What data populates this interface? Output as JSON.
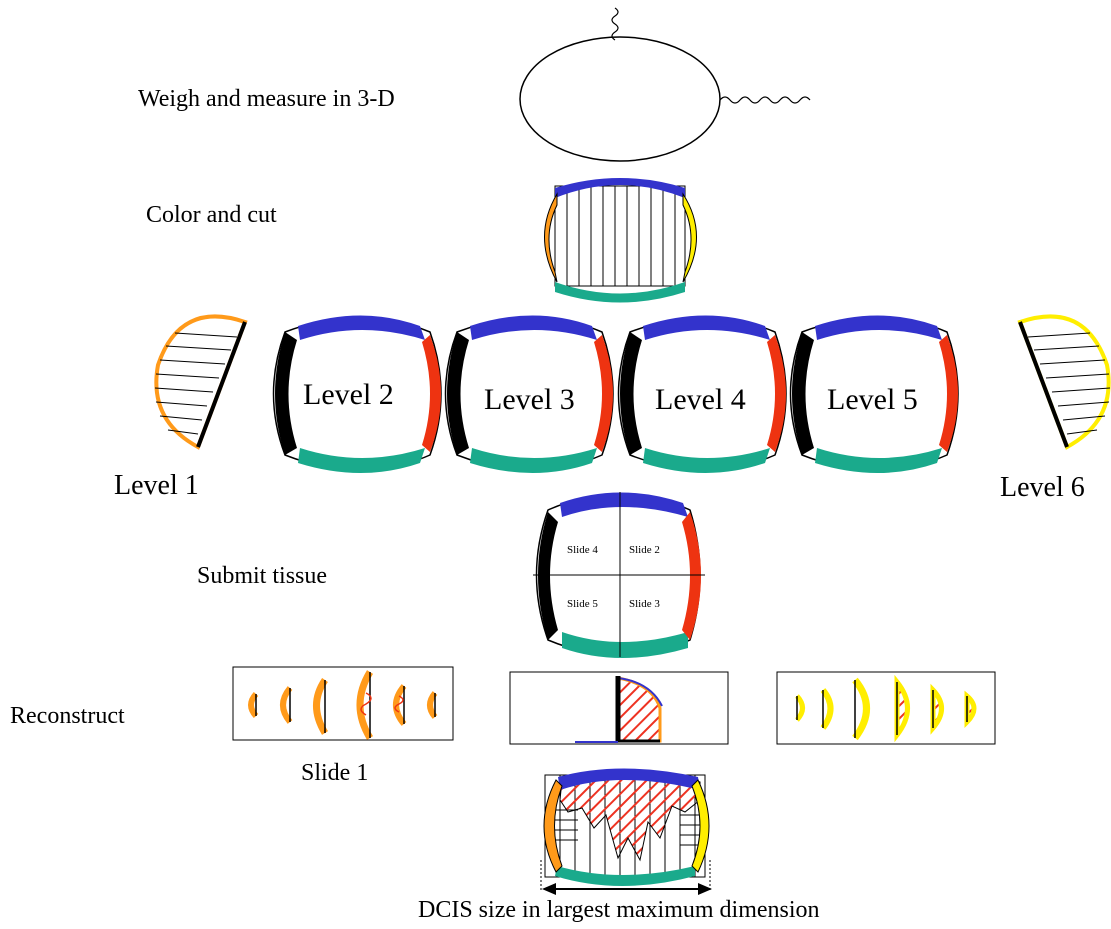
{
  "steps": {
    "weigh": "Weigh and measure in 3-D",
    "color": "Color and cut",
    "submit": "Submit tissue",
    "reconstruct": "Reconstruct"
  },
  "levels": {
    "l1": "Level 1",
    "l2": "Level 2",
    "l3": "Level 3",
    "l4": "Level 4",
    "l5": "Level 5",
    "l6": "Level 6"
  },
  "slides": {
    "s4": "Slide 4",
    "s2": "Slide 2",
    "s5": "Slide 5",
    "s3": "Slide 3",
    "s1": "Slide 1"
  },
  "caption": "DCIS size in largest maximum dimension",
  "colors": {
    "blue": "#3333cc",
    "orange": "#ff9a1a",
    "yellow": "#ffee00",
    "green": "#1aaa8c",
    "red": "#ee3311",
    "black": "#000000",
    "hatch": "#ee3322"
  }
}
